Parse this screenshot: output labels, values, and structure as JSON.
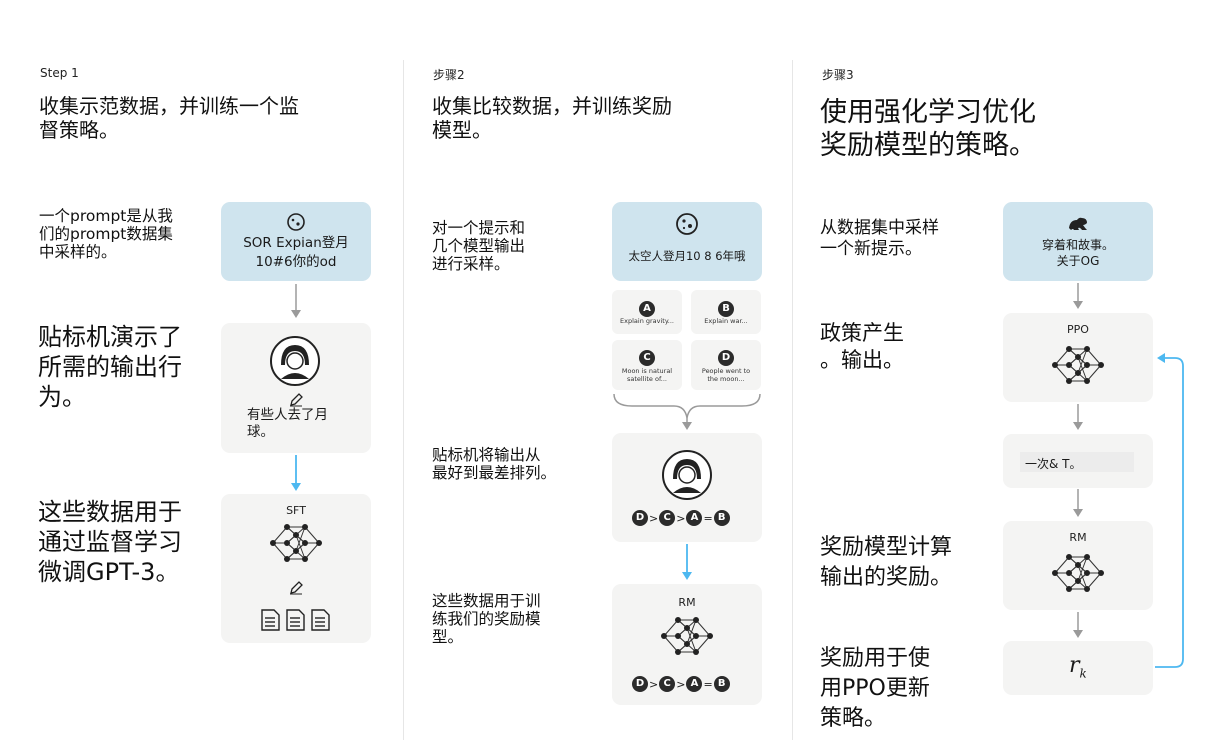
{
  "colors": {
    "blue_box": "#cfe4ee",
    "gray_box": "#f4f4f3",
    "arrow_gray": "#9a9a9a",
    "arrow_blue": "#4db8f0"
  },
  "col1": {
    "step": "Step 1",
    "title_l1": "收集示范数据，并训练一个监",
    "title_l2": "督策略。",
    "desc1_l1": "一个prompt是从我",
    "desc1_l2": "们的prompt数据集",
    "desc1_l3": "中采样的。",
    "box1_l1": "SOR Expian登月",
    "box1_l2": "10#6你的od",
    "big1_l1": "贴标机演示了",
    "big1_l2": "所需的输出行",
    "big1_l3": "为。",
    "box2_l1": "有些人去了月",
    "box2_l2": "球。",
    "big2_l1": "这些数据用于",
    "big2_l2": "通过监督学习",
    "big2_l3": "微调GPT-3。",
    "model_label": "SFT"
  },
  "col2": {
    "step": "步骤2",
    "title_l1": "收集比较数据，并训练奖励",
    "title_l2": "模型。",
    "desc1_l1": "对一个提示和",
    "desc1_l2": "几个模型输出",
    "desc1_l3": "进行采样。",
    "prompt": "太空人登月10 8 6年哦",
    "outputs": [
      {
        "letter": "A",
        "text_l1": "Explain gravity...",
        "text_l2": ""
      },
      {
        "letter": "B",
        "text_l1": "Explain war...",
        "text_l2": ""
      },
      {
        "letter": "C",
        "text_l1": "Moon is natural",
        "text_l2": "satellite of..."
      },
      {
        "letter": "D",
        "text_l1": "People went to",
        "text_l2": "the moon..."
      }
    ],
    "desc2_l1": "贴标机将输出从",
    "desc2_l2": "最好到最差排列。",
    "desc3_l1": "这些数据用于训",
    "desc3_l2": "练我们的奖励模",
    "desc3_l3": "型。",
    "model_label": "RM",
    "ranking": [
      "D",
      ">",
      "C",
      ">",
      "A",
      "=",
      "B"
    ]
  },
  "col3": {
    "step": "步骤3",
    "title_l1": "使用强化学习优化",
    "title_l2": "奖励模型的策略。",
    "desc1_l1": "从数据集中采样",
    "desc1_l2": "一个新提示。",
    "box1_l1": "穿着和故事。",
    "box1_l2": "关于OG",
    "desc2_l1": "政策产生",
    "desc2_l2": "。输出。",
    "ppo_label": "PPO",
    "output": "一次& T。",
    "desc3_l1": "奖励模型计算",
    "desc3_l2": "输出的奖励。",
    "rm_label": "RM",
    "desc4_l1": "奖励用于使",
    "desc4_l2": "用PPO更新",
    "desc4_l3": "策略。",
    "reward_symbol": "r",
    "reward_sub": "k"
  }
}
